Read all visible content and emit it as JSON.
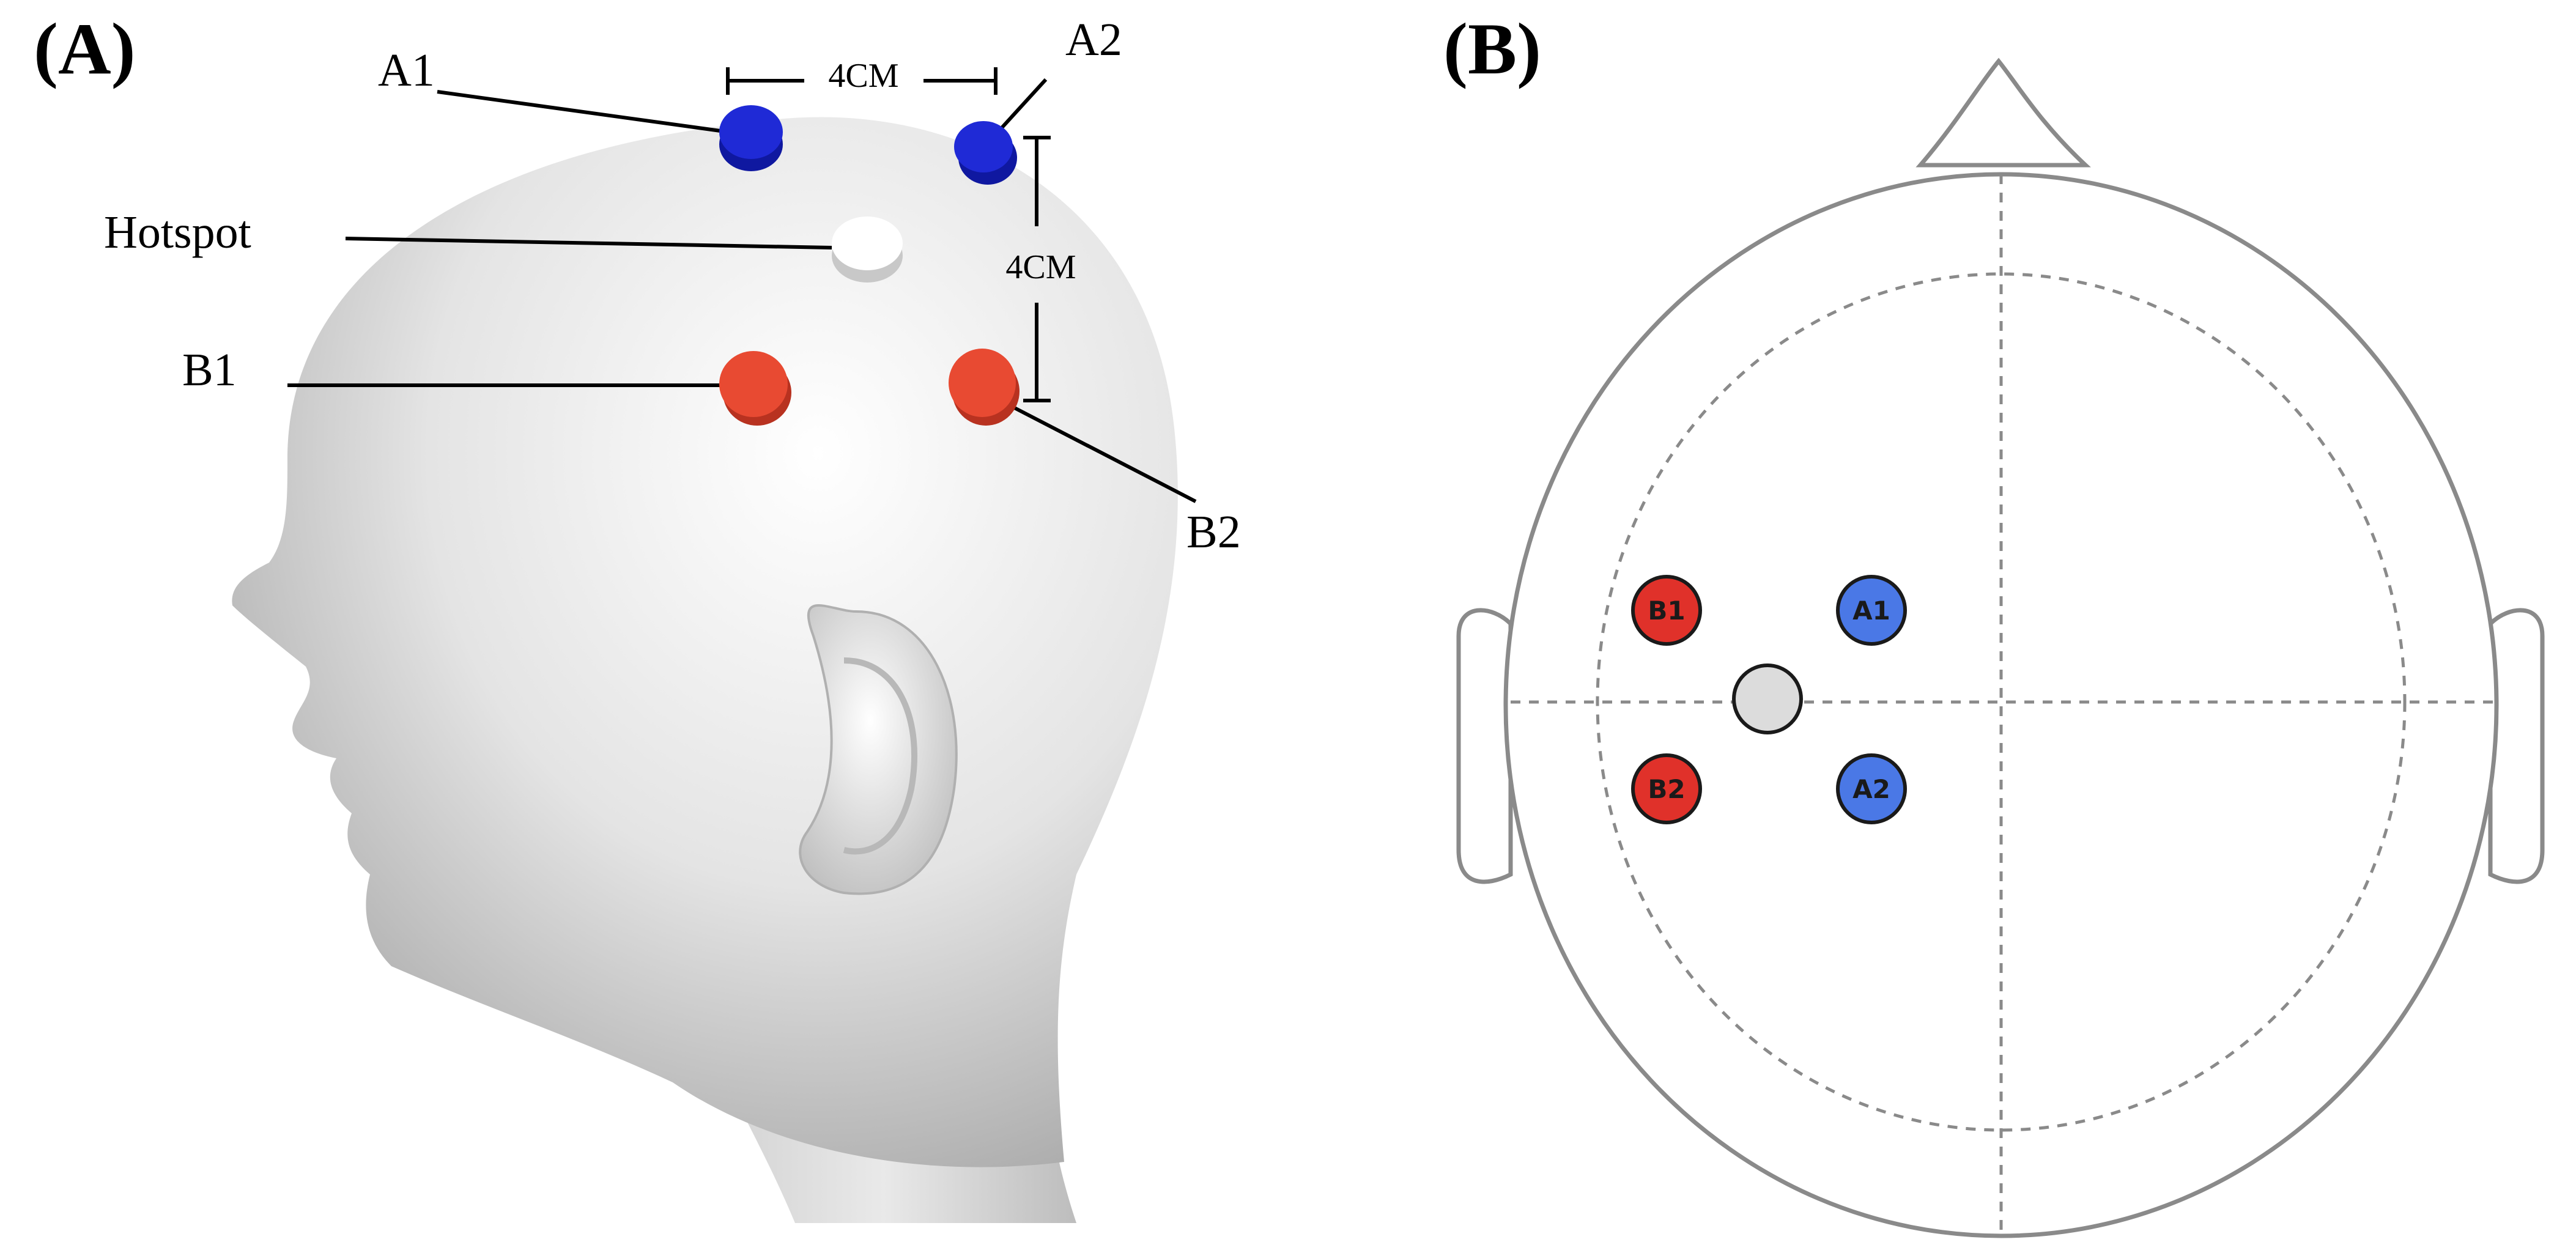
{
  "panel_a": {
    "label": "(A)",
    "callouts": {
      "a1": "A1",
      "a2": "A2",
      "hotspot": "Hotspot",
      "b1": "B1",
      "b2": "B2"
    },
    "spacing_horizontal": "4CM",
    "spacing_vertical": "4CM"
  },
  "panel_b": {
    "label": "(B)",
    "electrodes": {
      "b1": "B1",
      "a1": "A1",
      "b2": "B2",
      "a2": "A2"
    }
  },
  "colors": {
    "electrode_a_3d": "#1f2ad6",
    "electrode_b_3d": "#e84a32",
    "hotspot_3d": "#ffffff",
    "electrode_a_map": "#4a78e6",
    "electrode_b_map": "#e0312a",
    "hotspot_map": "#dcdcdc",
    "head_skin": "#e6e6e6",
    "outline_gray": "#8a8a8a"
  }
}
